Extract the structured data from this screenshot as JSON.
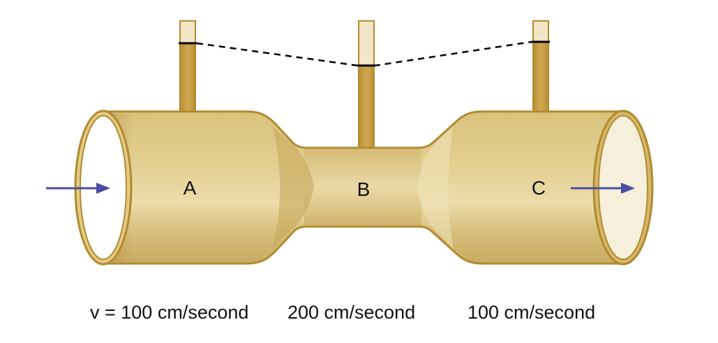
{
  "sections": {
    "a": {
      "label": "A"
    },
    "b": {
      "label": "B"
    },
    "c": {
      "label": "C"
    }
  },
  "velocities": {
    "a": "v = 100 cm/second",
    "b": "200 cm/second",
    "c": "100 cm/second"
  },
  "colors": {
    "tube_fill": "#d8c07a",
    "tube_outline": "#b28a2e",
    "column_fill": "#c9a24a",
    "arrow": "#4b4fa0",
    "dashed_line": "#000000"
  }
}
